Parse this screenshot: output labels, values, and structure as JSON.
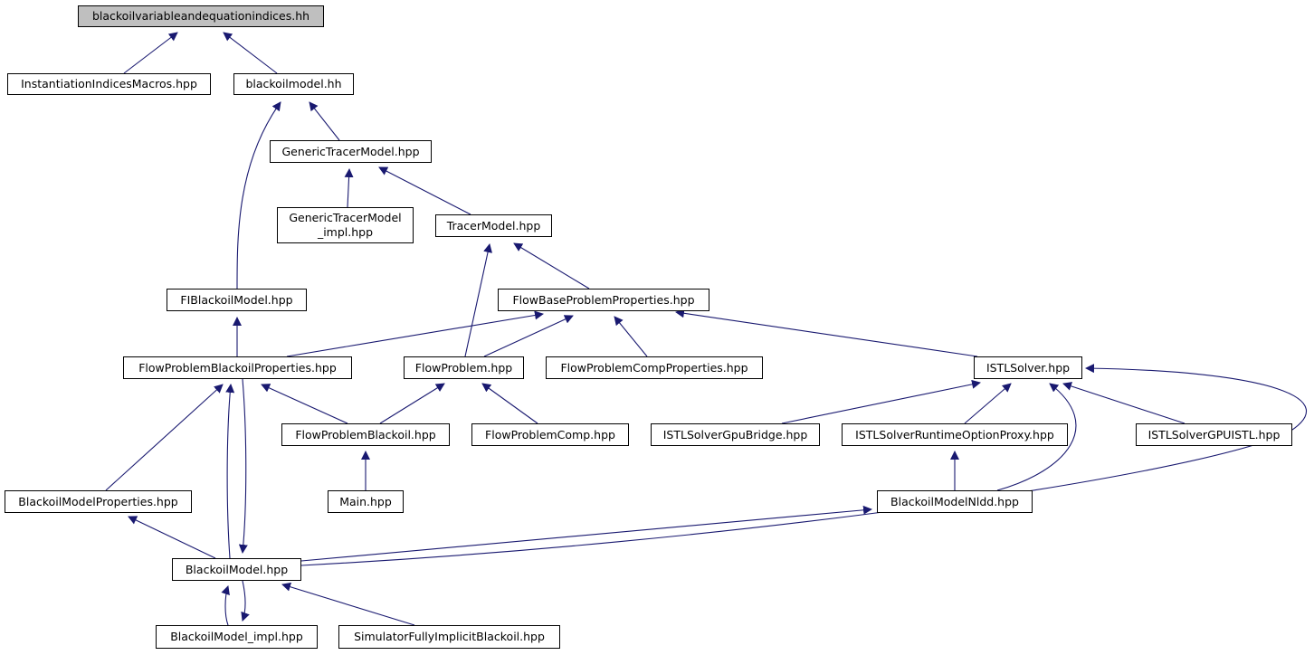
{
  "colors": {
    "edge": "#191970",
    "root_fill": "#bfbfbf",
    "node_fill": "#ffffff",
    "node_border": "#000000"
  },
  "nodes": {
    "root": "blackoilvariableandequationindices.hh",
    "instantiation": "InstantiationIndicesMacros.hpp",
    "blackoilmodel_hh": "blackoilmodel.hh",
    "generic_tracer": "GenericTracerModel.hpp",
    "generic_tracer_impl": "GenericTracerModel\n_impl.hpp",
    "tracer_model": "TracerModel.hpp",
    "fi_blackoil": "FIBlackoilModel.hpp",
    "flow_base_props": "FlowBaseProblemProperties.hpp",
    "flow_problem_blackoil_props": "FlowProblemBlackoilProperties.hpp",
    "flow_problem": "FlowProblem.hpp",
    "flow_problem_comp_props": "FlowProblemCompProperties.hpp",
    "istl_solver": "ISTLSolver.hpp",
    "flow_problem_blackoil": "FlowProblemBlackoil.hpp",
    "flow_problem_comp": "FlowProblemComp.hpp",
    "istl_gpu_bridge": "ISTLSolverGpuBridge.hpp",
    "istl_runtime_proxy": "ISTLSolverRuntimeOptionProxy.hpp",
    "istl_gpuistl": "ISTLSolverGPUISTL.hpp",
    "blackoil_model_props": "BlackoilModelProperties.hpp",
    "main": "Main.hpp",
    "blackoil_model_nldd": "BlackoilModelNldd.hpp",
    "blackoil_model": "BlackoilModel.hpp",
    "blackoil_model_impl": "BlackoilModel_impl.hpp",
    "simulator_fully_implicit": "SimulatorFullyImplicitBlackoil.hpp"
  },
  "edges": [
    [
      "instantiation",
      "root"
    ],
    [
      "blackoilmodel_hh",
      "root"
    ],
    [
      "generic_tracer",
      "blackoilmodel_hh"
    ],
    [
      "fi_blackoil",
      "blackoilmodel_hh"
    ],
    [
      "generic_tracer_impl",
      "generic_tracer"
    ],
    [
      "tracer_model",
      "generic_tracer"
    ],
    [
      "flow_base_props",
      "tracer_model"
    ],
    [
      "flow_problem",
      "tracer_model"
    ],
    [
      "flow_problem_blackoil_props",
      "fi_blackoil"
    ],
    [
      "flow_problem_blackoil_props",
      "flow_base_props"
    ],
    [
      "flow_problem",
      "flow_base_props"
    ],
    [
      "flow_problem_comp_props",
      "flow_base_props"
    ],
    [
      "istl_solver",
      "flow_base_props"
    ],
    [
      "flow_problem_blackoil",
      "flow_problem_blackoil_props"
    ],
    [
      "blackoil_model_props",
      "flow_problem_blackoil_props"
    ],
    [
      "blackoil_model",
      "flow_problem_blackoil_props"
    ],
    [
      "flow_problem_blackoil_props",
      "blackoil_model"
    ],
    [
      "flow_problem_blackoil",
      "flow_problem"
    ],
    [
      "flow_problem_comp",
      "flow_problem"
    ],
    [
      "istl_gpu_bridge",
      "istl_solver"
    ],
    [
      "istl_runtime_proxy",
      "istl_solver"
    ],
    [
      "blackoil_model_nldd",
      "istl_solver"
    ],
    [
      "istl_gpuistl",
      "istl_solver"
    ],
    [
      "blackoil_model",
      "istl_solver"
    ],
    [
      "main",
      "flow_problem_blackoil"
    ],
    [
      "blackoil_model_nldd",
      "istl_runtime_proxy"
    ],
    [
      "blackoil_model",
      "blackoil_model_props"
    ],
    [
      "blackoil_model",
      "blackoil_model_nldd"
    ],
    [
      "blackoil_model_impl",
      "blackoil_model"
    ],
    [
      "blackoil_model",
      "blackoil_model_impl"
    ],
    [
      "simulator_fully_implicit",
      "blackoil_model"
    ]
  ]
}
